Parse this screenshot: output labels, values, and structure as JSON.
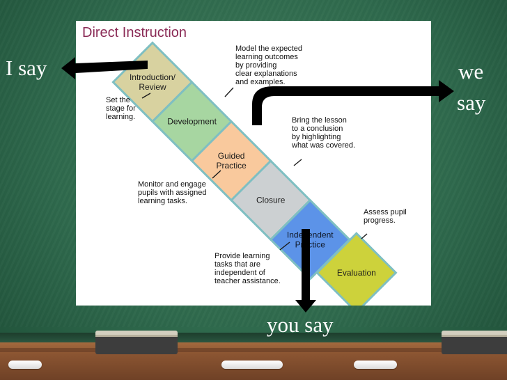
{
  "title": "Direct Instruction",
  "stages": [
    {
      "label_lines": [
        "Introduction/",
        "Review"
      ],
      "color": "#d8d2a0"
    },
    {
      "label_lines": [
        "Development"
      ],
      "color": "#a7d6a1"
    },
    {
      "label_lines": [
        "Guided",
        "Practice"
      ],
      "color": "#f9c99d"
    },
    {
      "label_lines": [
        "Closure"
      ],
      "color": "#ccd0d2"
    },
    {
      "label_lines": [
        "Independent",
        "Practice"
      ],
      "color": "#5c93e8"
    },
    {
      "label_lines": [
        "Evaluation"
      ],
      "color": "#cdd23b"
    }
  ],
  "notes": [
    {
      "lines": [
        "Model the expected",
        "learning outcomes",
        "by providing",
        "clear explanations",
        "and examples."
      ]
    },
    {
      "lines": [
        "Set the",
        "stage for",
        "learning."
      ]
    },
    {
      "lines": [
        "Bring the lesson",
        "to a conclusion",
        "by highlighting",
        "what was covered."
      ]
    },
    {
      "lines": [
        "Monitor and engage",
        "pupils with assigned",
        "learning tasks."
      ]
    },
    {
      "lines": [
        "Assess pupil",
        "progress."
      ]
    },
    {
      "lines": [
        "Provide learning",
        "tasks that are",
        "independent of",
        "teacher assistance."
      ]
    }
  ],
  "labels": {
    "i_say": "I say",
    "we_say_line1": "we",
    "we_say_line2": "say",
    "you_say": "you say"
  },
  "colors": {
    "band_border": "#7fbfc2",
    "arrow": "#000000",
    "chalk_text": "#ffffff",
    "title": "#8a2a55"
  }
}
